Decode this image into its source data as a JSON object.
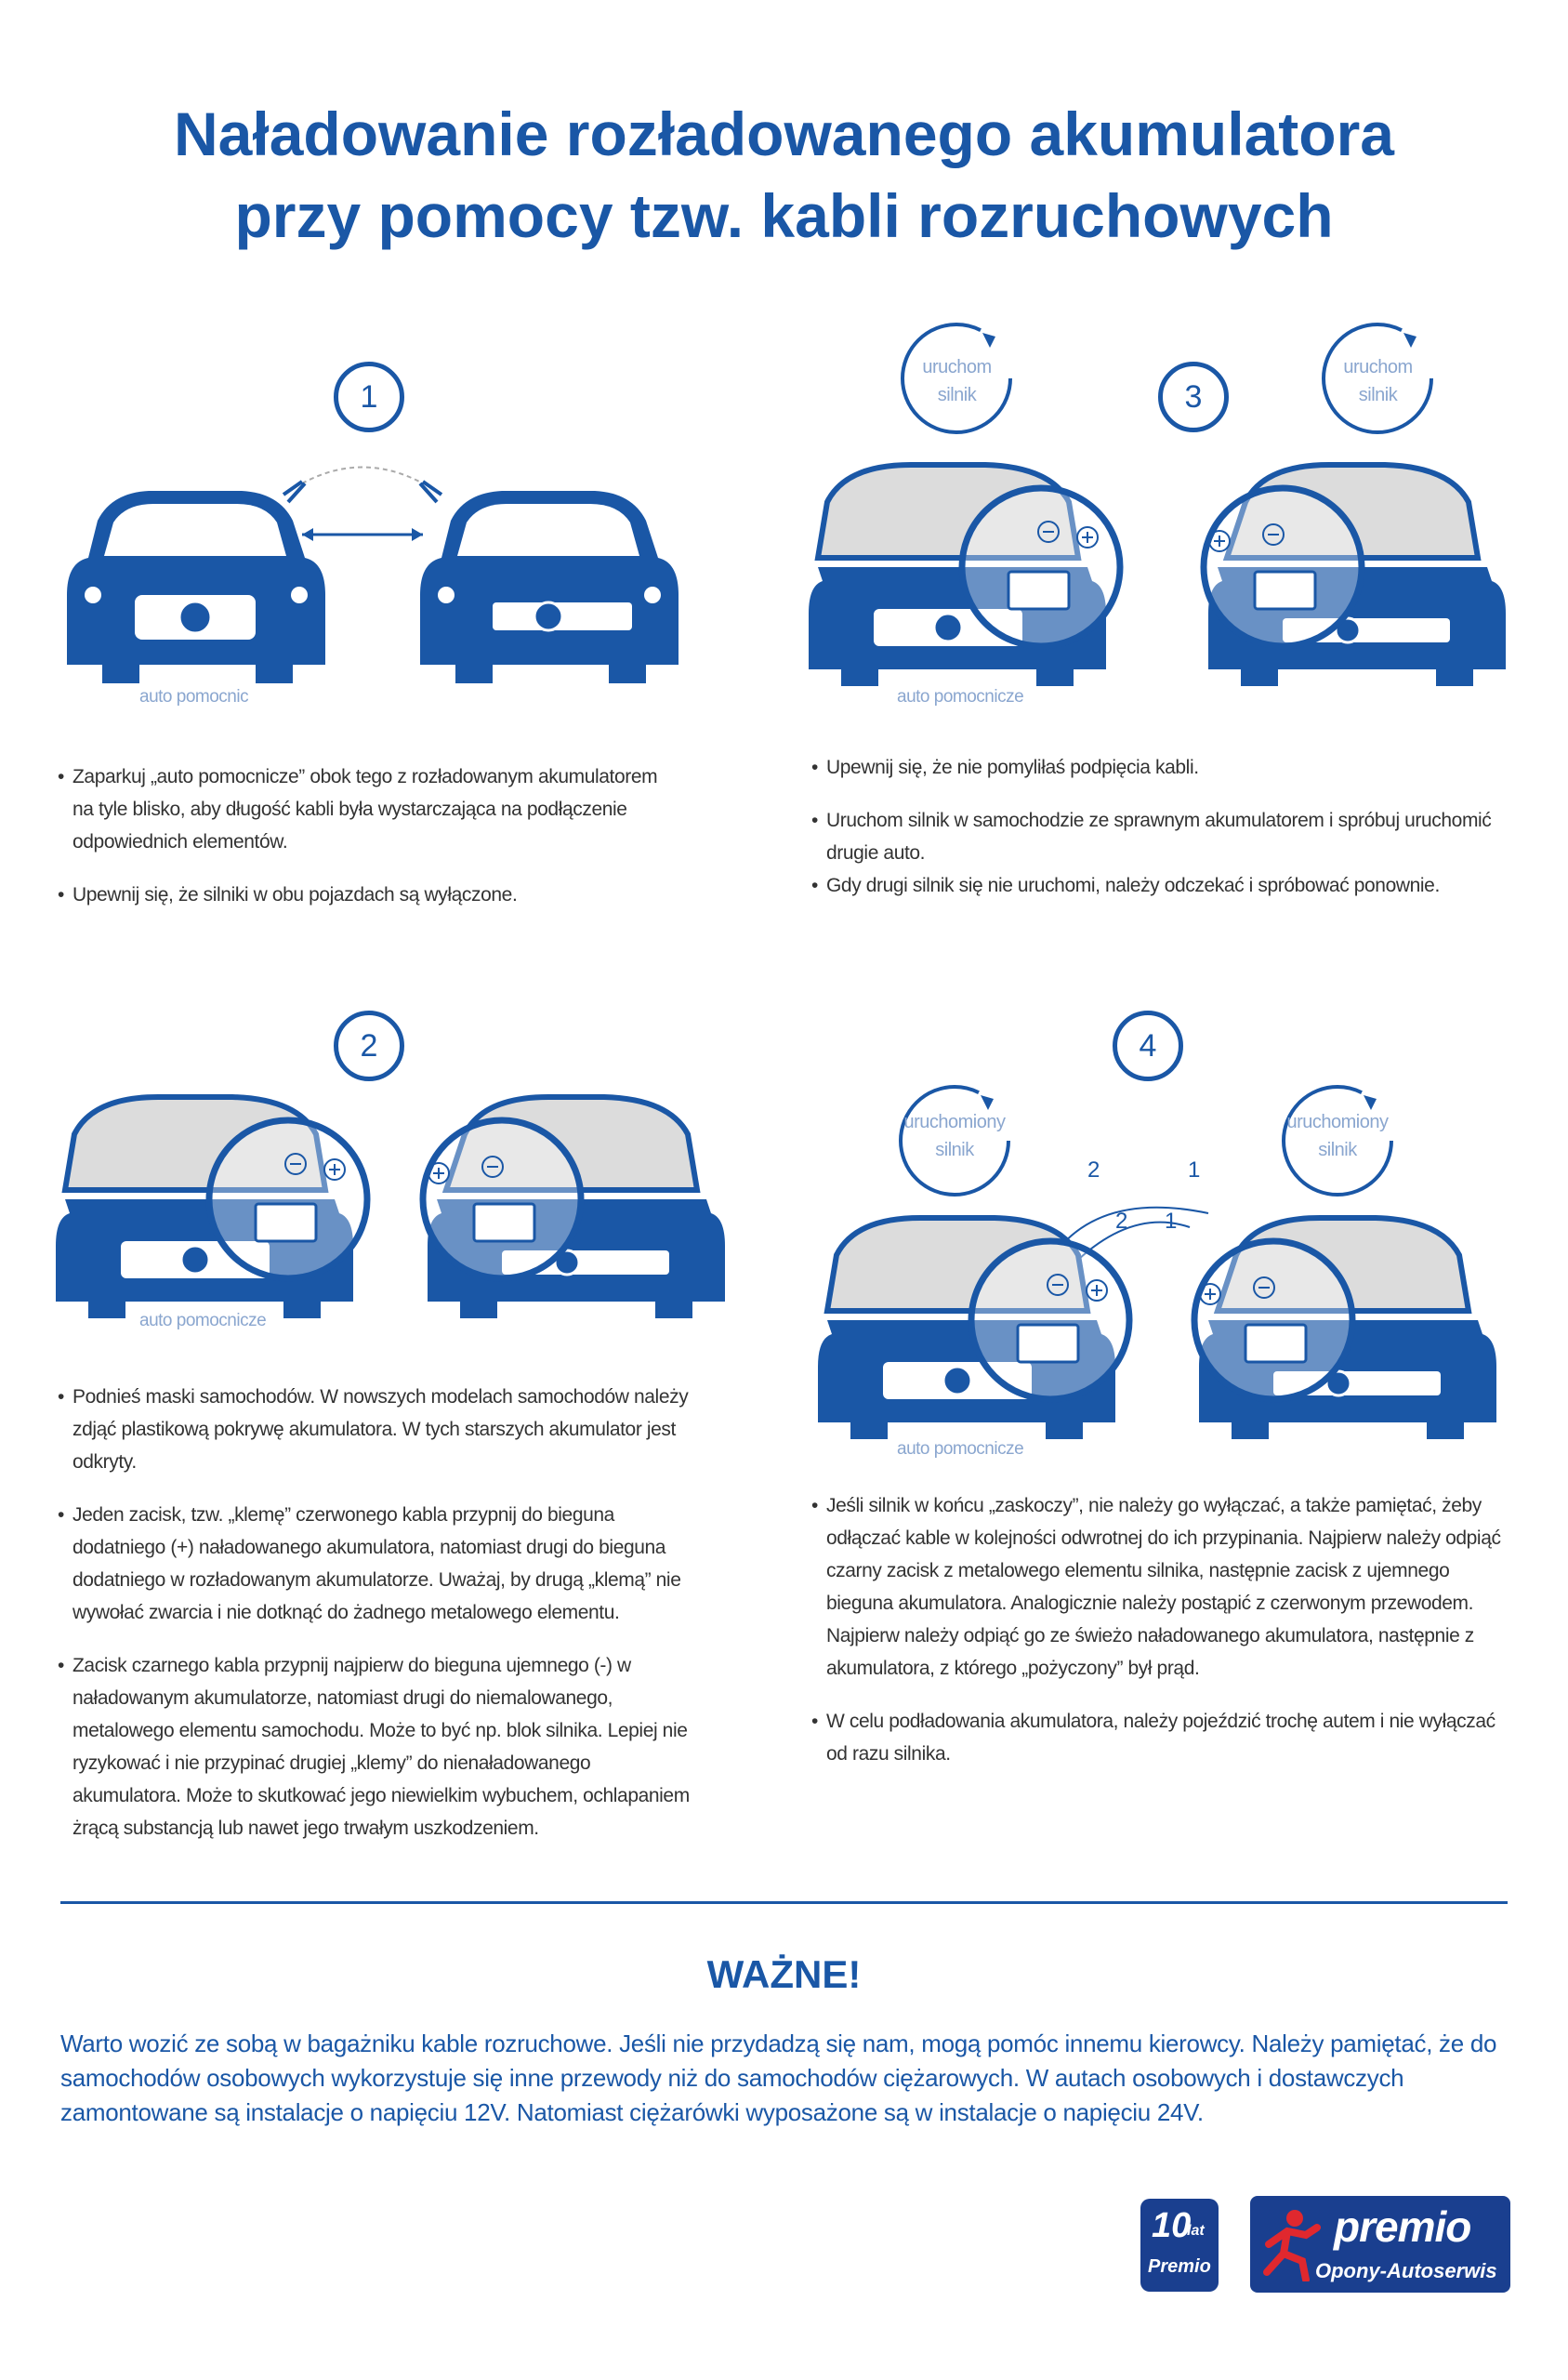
{
  "title": {
    "line1": "Naładowanie rozładowanego akumulatora",
    "line2": "przy pomocy tzw. kabli rozruchowych"
  },
  "steps": {
    "s1": {
      "number": "1",
      "caption": "auto pomocnic",
      "bullets": [
        "Zaparkuj „auto pomocnicze” obok tego z rozładowanym akumulatorem na tyle blisko, aby długość kabli była wystarczająca na podłączenie odpowiednich elementów.",
        "Upewnij się, że silniki w obu pojazdach są wyłączone."
      ]
    },
    "s2": {
      "number": "2",
      "caption": "auto pomocnicze",
      "bullets": [
        "Podnieś maski samochodów. W nowszych modelach samochodów należy zdjąć plastikową pokrywę akumulatora. W tych starszych akumulator jest odkryty.",
        "Jeden zacisk, tzw. „klemę” czerwonego kabla przypnij do bieguna dodatniego (+) naładowanego akumulatora, natomiast drugi do bieguna dodatniego w rozładowanym akumulatorze. Uważaj, by drugą „klemą” nie wywołać zwarcia i nie dotknąć do żadnego metalowego elementu.",
        "Zacisk czarnego kabla przypnij najpierw do bieguna ujemnego (-) w naładowanym akumulatorze, natomiast drugi do niemalowanego, metalowego elementu samochodu. Może to być np. blok silnika. Lepiej nie ryzykować i nie przypinać drugiej „klemy” do nienaładowanego akumulatora. Może to skutkować jego niewielkim wybuchem, ochlapaniem żrącą substancją lub nawet jego trwałym uszkodzeniem."
      ]
    },
    "s3": {
      "number": "3",
      "caption": "auto pomocnicze",
      "cycle_left": "uruchom silnik",
      "cycle_right": "uruchom silnik",
      "bullets": [
        "Upewnij się, że nie pomyliłaś podpięcia kabli.",
        "Uruchom silnik w samochodzie ze sprawnym akumulatorem i spróbuj uruchomić drugie auto.",
        "Gdy drugi silnik się nie uruchomi, należy odczekać i spróbować ponownie."
      ]
    },
    "s4": {
      "number": "4",
      "caption": "auto pomocnicze",
      "cycle_left": "uruchomiony silnik",
      "cycle_right": "uruchomiony silnik",
      "order_labels": [
        "2",
        "1",
        "2",
        "1"
      ],
      "bullets": [
        "Jeśli silnik w końcu „zaskoczy”, nie należy go wyłączać, a także pamiętać, żeby odłączać kable w kolejności odwrotnej do ich przypinania. Najpierw należy odpiąć czarny zacisk z metalowego elementu silnika, następnie zacisk z ujemnego bieguna akumulatora. Analogicznie należy postąpić z czerwonym przewodem. Najpierw należy odpiąć go ze świeżo naładowanego akumulatora, następnie z akumulatora, z którego „pożyczony” był prąd.",
        "W celu podładowania akumulatora, należy pojeździć trochę autem i nie wyłączać od razu silnika."
      ]
    }
  },
  "important": {
    "title": "WAŻNE!",
    "text": "Warto wozić ze sobą w bagażniku kable rozruchowe. Jeśli nie przydadzą się nam, mogą pomóc innemu kierowcy. Należy pamiętać, że do samochodów osobowych wykorzystuje się inne przewody niż do samochodów ciężarowych. W autach osobowych i dostawczych zamontowane są instalacje o napięciu 12V. Natomiast ciężarówki wyposażone są w instalacje o napięciu 24V."
  },
  "logos": {
    "badge_number": "10",
    "badge_small": "lat",
    "badge_brand": "Premio",
    "brand": "premio",
    "brand_sub": "Opony-Autoserwis"
  },
  "colors": {
    "accent": "#1a57a6",
    "dark_blue": "#1a3f8f",
    "hood": "#dcdcdc",
    "caption": "#8aa6cf"
  }
}
